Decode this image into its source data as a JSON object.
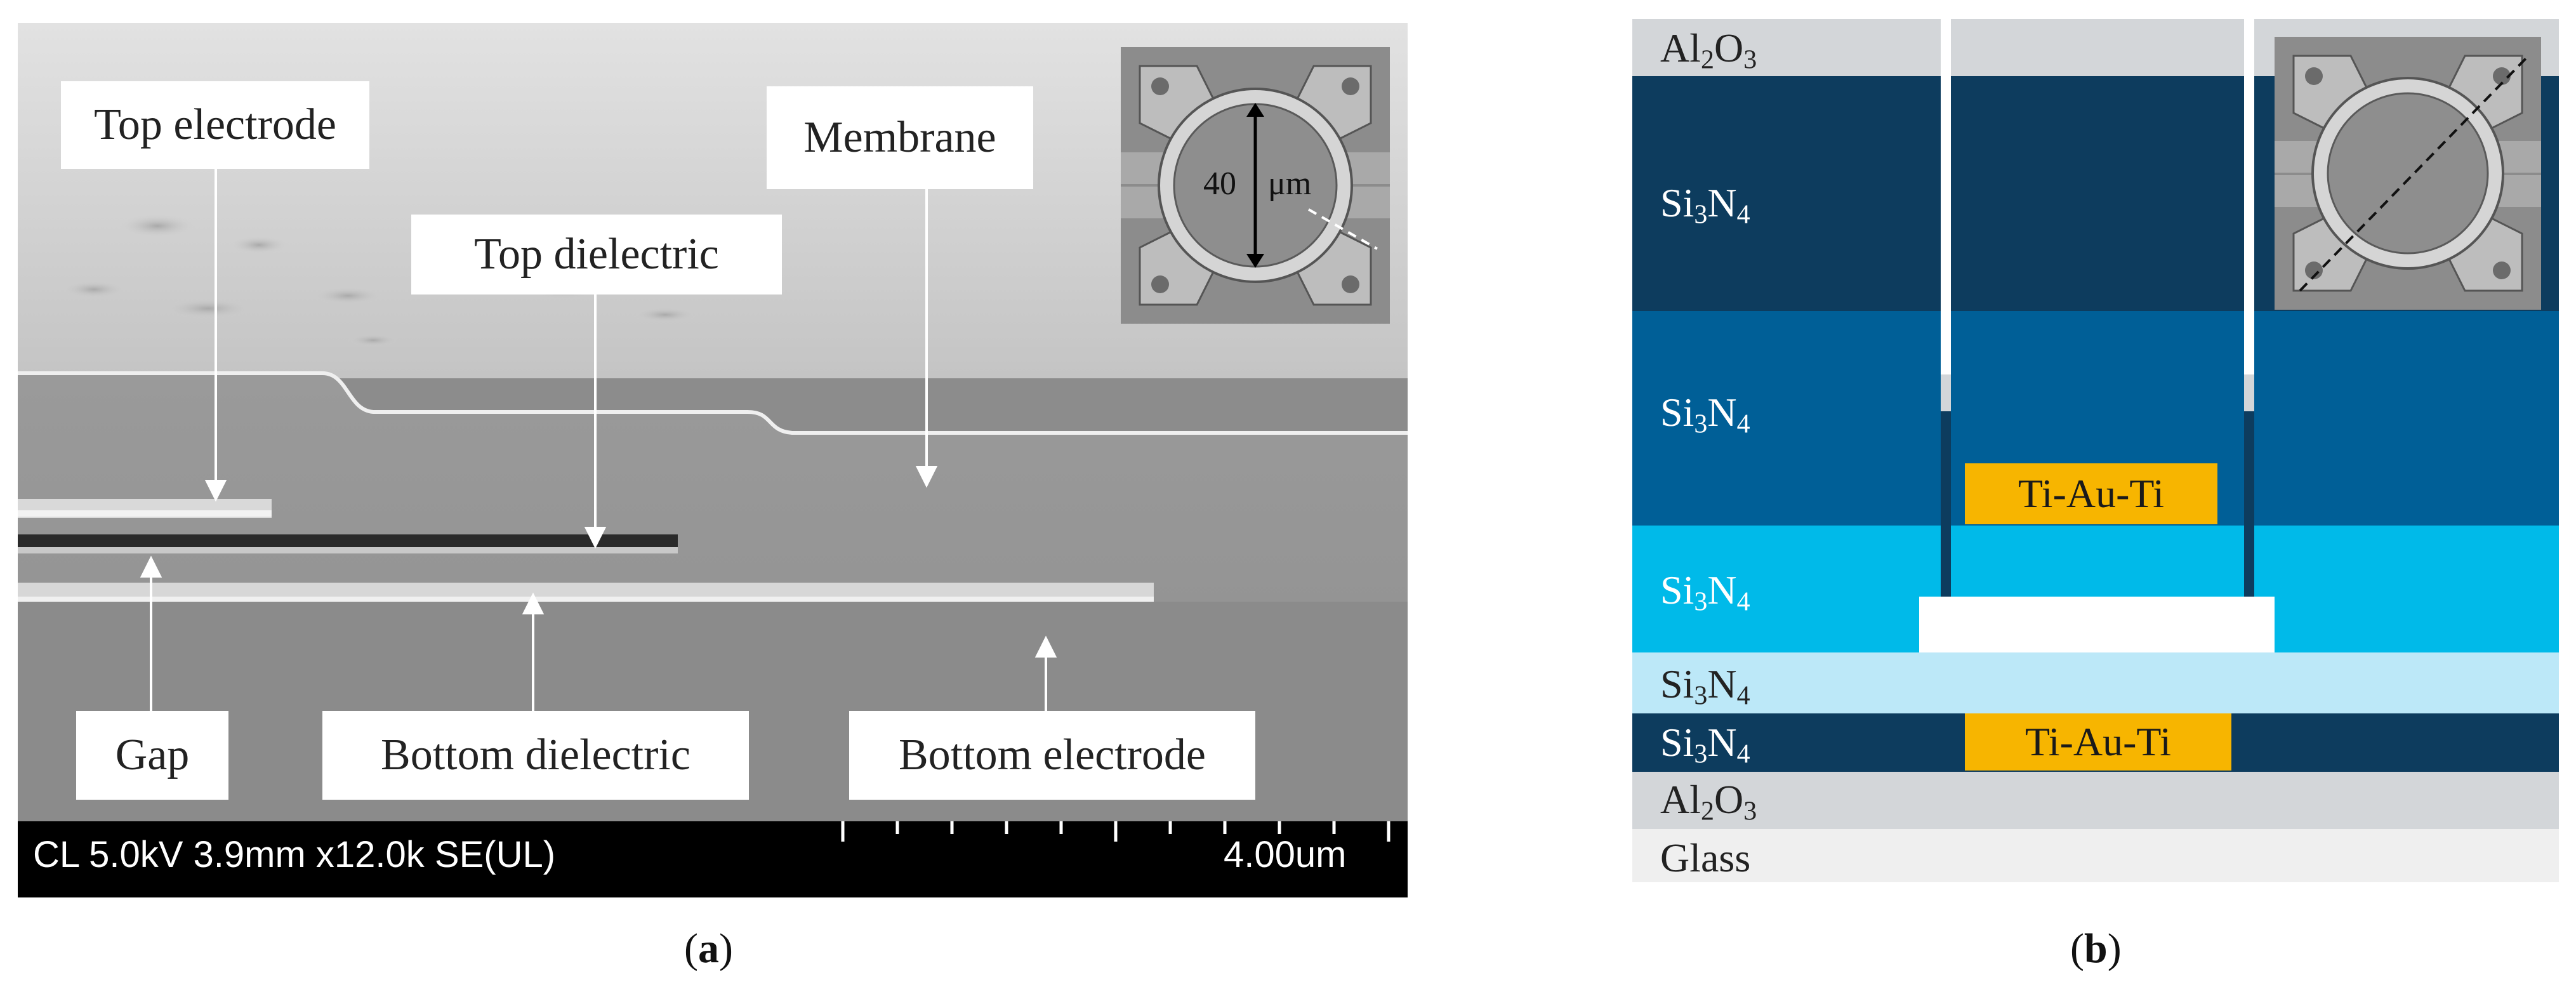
{
  "panel_a": {
    "callouts": {
      "top_electrode": "Top electrode",
      "membrane": "Membrane",
      "top_dielectric": "Top dielectric",
      "gap": "Gap",
      "bottom_dielectric": "Bottom dielectric",
      "bottom_electrode": "Bottom electrode"
    },
    "sem_info": "CL 5.0kV 3.9mm x12.0k SE(UL)",
    "scale_label": "4.00um",
    "inset_dimension_value": "40",
    "inset_dimension_unit": "μm"
  },
  "panel_b": {
    "layers": [
      {
        "name": "Al",
        "sub1": "2",
        "mid": "O",
        "sub2": "3",
        "color": "#d3d6d9"
      },
      {
        "name": "Si",
        "sub1": "3",
        "mid": "N",
        "sub2": "4",
        "color": "#0d3c5e"
      },
      {
        "name": "Si",
        "sub1": "3",
        "mid": "N",
        "sub2": "4",
        "color": "#005f97"
      },
      {
        "name": "Si",
        "sub1": "3",
        "mid": "N",
        "sub2": "4",
        "color": "#00bae9"
      },
      {
        "name": "Si",
        "sub1": "3",
        "mid": "N",
        "sub2": "4",
        "color": "#bce8f8"
      },
      {
        "name": "Si",
        "sub1": "3",
        "mid": "N",
        "sub2": "4",
        "color": "#0d3c5e"
      },
      {
        "name": "Al",
        "sub1": "2",
        "mid": "O",
        "sub2": "3",
        "color": "#d3d6d9"
      },
      {
        "name": "Glass",
        "sub1": "",
        "mid": "",
        "sub2": "",
        "color": "#efefef"
      }
    ],
    "top_electrode_label": "Ti-Au-Ti",
    "bottom_electrode_label": "Ti-Au-Ti",
    "electrode_color": "#f7b500"
  },
  "captions": {
    "a": "a",
    "b": "b"
  }
}
